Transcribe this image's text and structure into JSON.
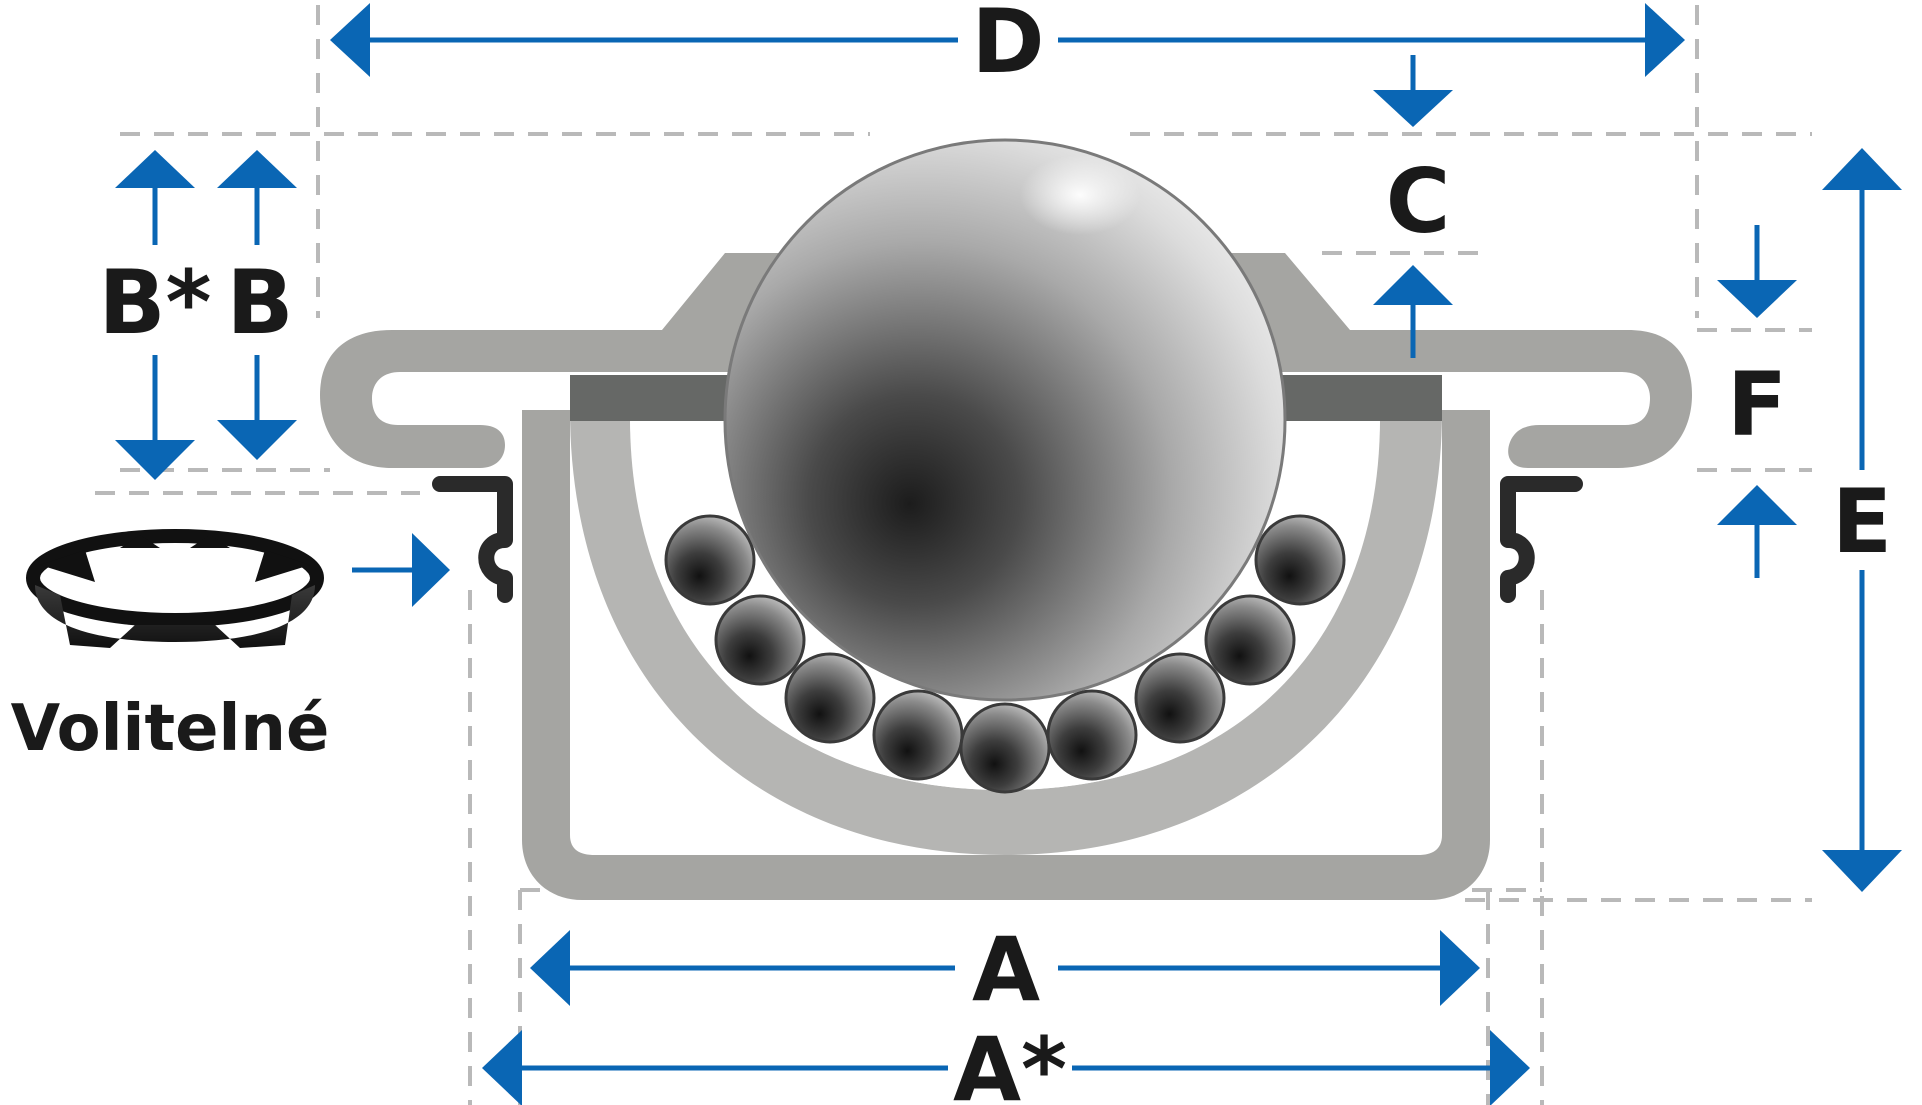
{
  "labels": {
    "D": "D",
    "C": "C",
    "B_star": "B*",
    "B": "B",
    "F": "F",
    "E": "E",
    "A": "A",
    "A_star": "A*",
    "optional": "Volitelné"
  },
  "colors": {
    "dimension": "#0a66b4",
    "guide": "#b9b9b9",
    "housing": "#a5a5a2",
    "housing_light": "#b8b8b6",
    "seal": "#666866",
    "clip": "#2a2a2a",
    "text": "#1a1a1a"
  }
}
